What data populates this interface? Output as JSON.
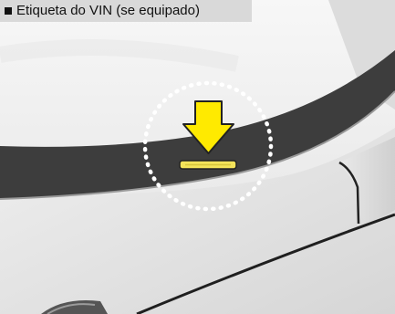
{
  "caption": {
    "bullet": "square-bullet",
    "text": "Etiqueta do VIN (se equipado)"
  },
  "illustration": {
    "subject": "car-windshield-vin-label",
    "colors": {
      "background_light": "#f4f4f4",
      "body_panel": "#e6e6e6",
      "windshield_trim": "#3d3d3d",
      "highlight_circle": "#ffffff",
      "arrow_fill": "#ffea00",
      "arrow_stroke": "#222222",
      "label_fill": "#f3e35a"
    }
  }
}
